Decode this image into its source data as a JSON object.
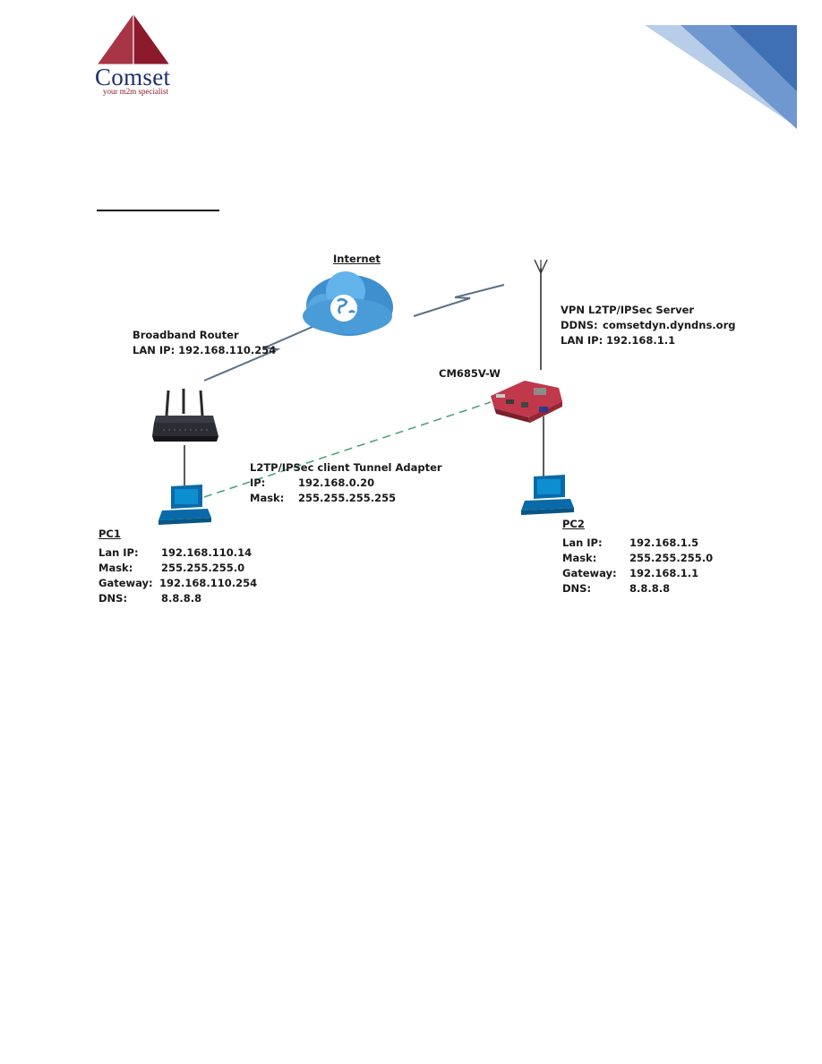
{
  "logo": {
    "brand": "Comset",
    "tagline": "your m2m specialist",
    "colors": {
      "triangle_dark": "#8b1a2b",
      "triangle_mid": "#a83545",
      "brand_text": "#1f2f6e"
    }
  },
  "header_graphic": {
    "colors": [
      "#3f6fb4",
      "#6f97d0",
      "#b8cde8"
    ]
  },
  "diagram": {
    "internet_label": "Internet",
    "broadband_router": {
      "title": "Broadband Router",
      "lan_ip": "LAN IP: 192.168.110.254"
    },
    "vpn_server": {
      "title": "VPN L2TP/IPSec Server",
      "ddns_key": "DDNS:",
      "ddns_val": "comsetdyn.dyndns.org",
      "lan_key": "LAN IP:",
      "lan_val": "192.168.1.1"
    },
    "device_label": "CM685V-W",
    "tunnel_adapter": {
      "title": "L2TP/IPSec client Tunnel Adapter",
      "ip_key": "IP:",
      "ip_val": "192.168.0.20",
      "mask_key": "Mask:",
      "mask_val": "255.255.255.255"
    },
    "pc1": {
      "title": "PC1",
      "rows": [
        {
          "key": "Lan IP:",
          "val": "192.168.110.14"
        },
        {
          "key": "Mask:",
          "val": "255.255.255.0"
        },
        {
          "key": "Gateway:",
          "val": "192.168.110.254"
        },
        {
          "key": "DNS:",
          "val": "8.8.8.8"
        }
      ]
    },
    "pc2": {
      "title": "PC2",
      "rows": [
        {
          "key": "Lan IP:",
          "val": "192.168.1.5"
        },
        {
          "key": "Mask:",
          "val": "255.255.255.0"
        },
        {
          "key": "Gateway:",
          "val": "192.168.1.1"
        },
        {
          "key": "DNS:",
          "val": "8.8.8.8"
        }
      ]
    }
  }
}
